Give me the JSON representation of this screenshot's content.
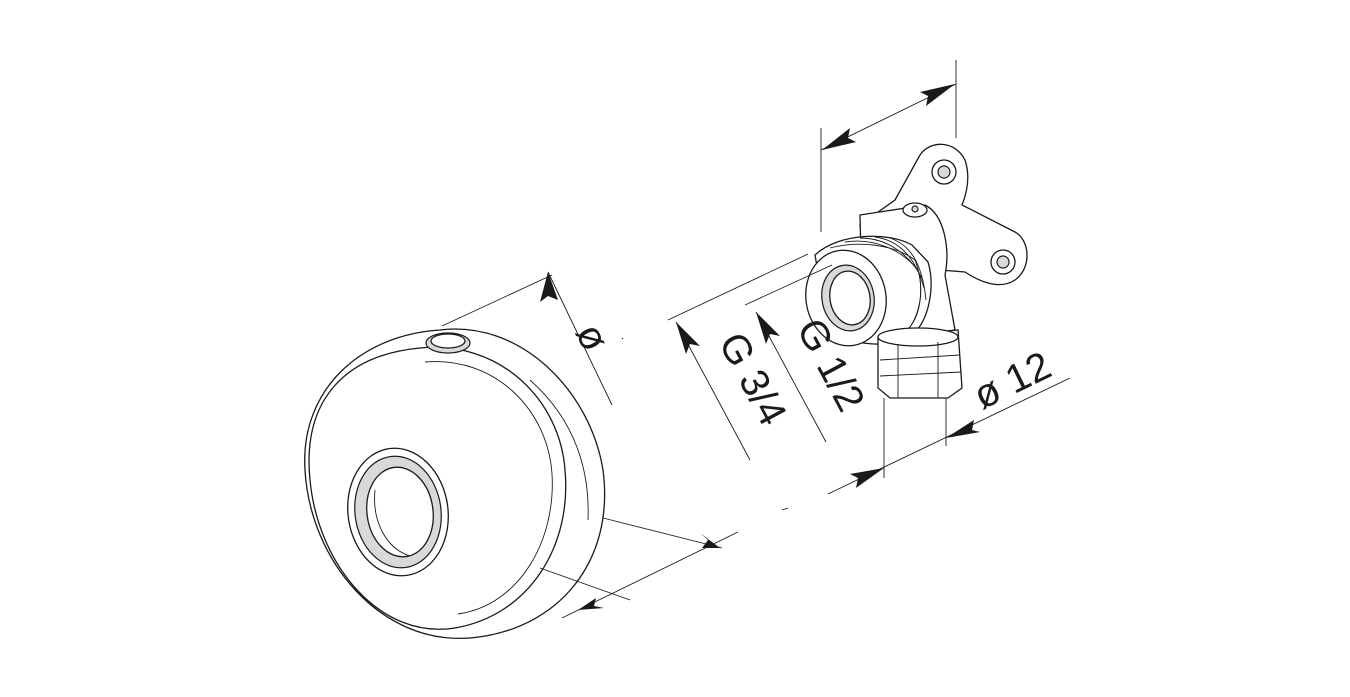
{
  "dimensions": {
    "rosette_diameter": "ø",
    "thread_outer": "G 3/4",
    "thread_inner": "G 1/2",
    "pipe_diameter": "ø 12"
  },
  "colors": {
    "line": "#1a1a1a",
    "shade": "#d9d9d9",
    "background": "#ffffff"
  }
}
